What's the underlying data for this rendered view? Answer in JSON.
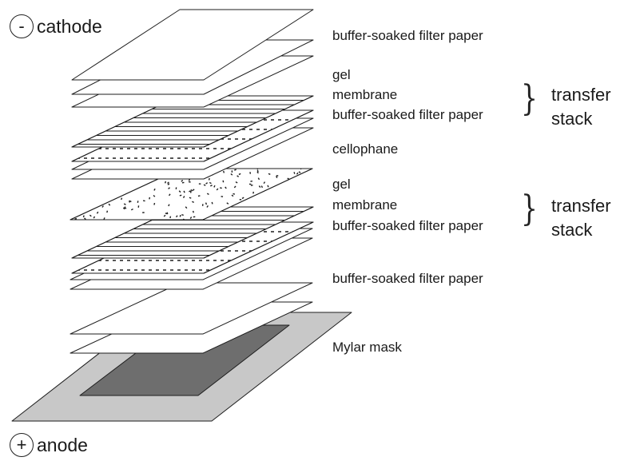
{
  "electrodes": {
    "cathode": {
      "symbol": "-",
      "label": "cathode"
    },
    "anode": {
      "symbol": "+",
      "label": "anode"
    }
  },
  "labels": {
    "top_filter_paper": "buffer-soaked filter paper",
    "stack1_gel": "gel",
    "stack1_membrane": "membrane",
    "stack1_filter_paper": "buffer-soaked filter paper",
    "cellophane": "cellophane",
    "stack2_gel": "gel",
    "stack2_membrane": "membrane",
    "stack2_filter_paper": "buffer-soaked filter paper",
    "bottom_filter_paper": "buffer-soaked filter paper",
    "mylar_mask": "Mylar mask"
  },
  "groups": {
    "stack1": {
      "line1": "transfer",
      "line2": "stack"
    },
    "stack2": {
      "line1": "transfer",
      "line2": "stack"
    }
  },
  "colors": {
    "mask": "#c8c8c8",
    "mask_window": "#6e6e6e",
    "sheet_fill": "#ffffff",
    "stroke": "#1e1e1e"
  }
}
